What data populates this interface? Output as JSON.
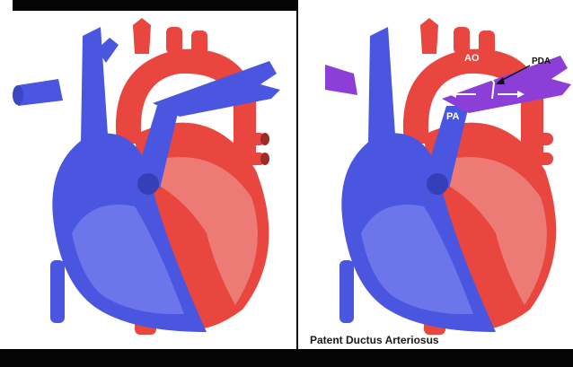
{
  "figure": {
    "labels": {
      "ao": "AO",
      "pa": "PA",
      "pda": "PDA"
    },
    "caption": "Patent Ductus Arteriosus"
  },
  "colors": {
    "oxygenated": "#e8463f",
    "deoxygenated": "#4a55e0",
    "mixed": "#8b3fd6",
    "highlight": "#f0a8a3",
    "background": "#ffffff"
  }
}
